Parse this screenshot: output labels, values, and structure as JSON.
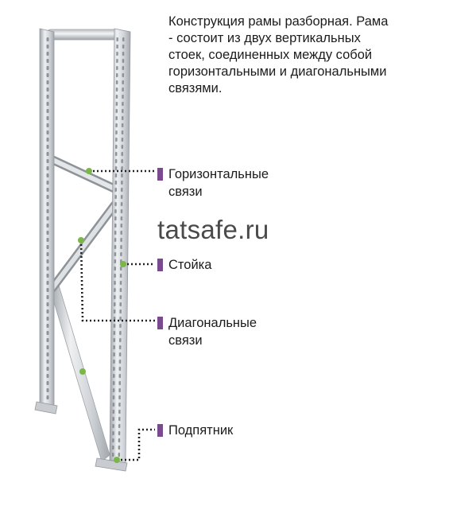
{
  "description": {
    "lines": [
      "Конструкция рамы разборная. Рама",
      "- состоит из двух вертикальных",
      "стоек, соединенных между собой",
      "горизонтальными и диагональными",
      "связями."
    ]
  },
  "watermark": "tatsafe.ru",
  "labels": {
    "horizontal": [
      "Горизонтальные",
      "связи"
    ],
    "post": [
      "Стойка"
    ],
    "diagonal": [
      "Диагональные",
      "связи"
    ],
    "foot": [
      "Подпятник"
    ]
  },
  "colors": {
    "marker": "#7a4a8e",
    "dot": "#7ab648",
    "leader": "#222222",
    "metal_light": "#e4e7ea",
    "metal_dark": "#a9aeb3"
  }
}
